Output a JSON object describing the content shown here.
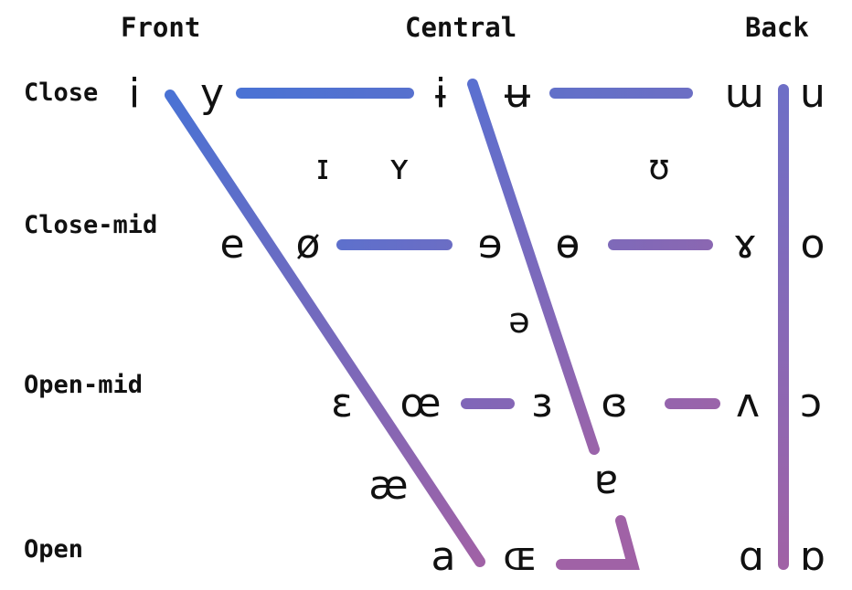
{
  "headers": {
    "front": "Front",
    "central": "Central",
    "back": "Back"
  },
  "rows": {
    "close": "Close",
    "close_mid": "Close-mid",
    "open_mid": "Open-mid",
    "open": "Open"
  },
  "vowels": {
    "close_front_unrounded": "i",
    "close_front_rounded": "y",
    "close_central_unrounded": "ɨ",
    "close_central_rounded": "ʉ",
    "close_back_unrounded": "ɯ",
    "close_back_rounded": "u",
    "near_close_front_unrounded": "ɪ",
    "near_close_front_rounded": "ʏ",
    "near_close_back_rounded": "ʊ",
    "close_mid_front_unrounded": "e",
    "close_mid_front_rounded": "ø",
    "close_mid_central_unrounded": "ɘ",
    "close_mid_central_rounded": "ɵ",
    "close_mid_back_unrounded": "ɤ",
    "close_mid_back_rounded": "o",
    "mid_central": "ə",
    "open_mid_front_unrounded": "ɛ",
    "open_mid_front_rounded": "œ",
    "open_mid_central_unrounded": "ɜ",
    "open_mid_central_rounded": "ɞ",
    "open_mid_back_unrounded": "ʌ",
    "open_mid_back_rounded": "ɔ",
    "near_open_front_unrounded": "æ",
    "near_open_central": "ɐ",
    "open_front_unrounded": "a",
    "open_front_rounded": "ɶ",
    "open_back_unrounded": "ɑ",
    "open_back_rounded": "ɒ"
  },
  "colors": {
    "blue": "#4a72d4",
    "mid": "#6e72c4",
    "purple": "#a062a6"
  }
}
